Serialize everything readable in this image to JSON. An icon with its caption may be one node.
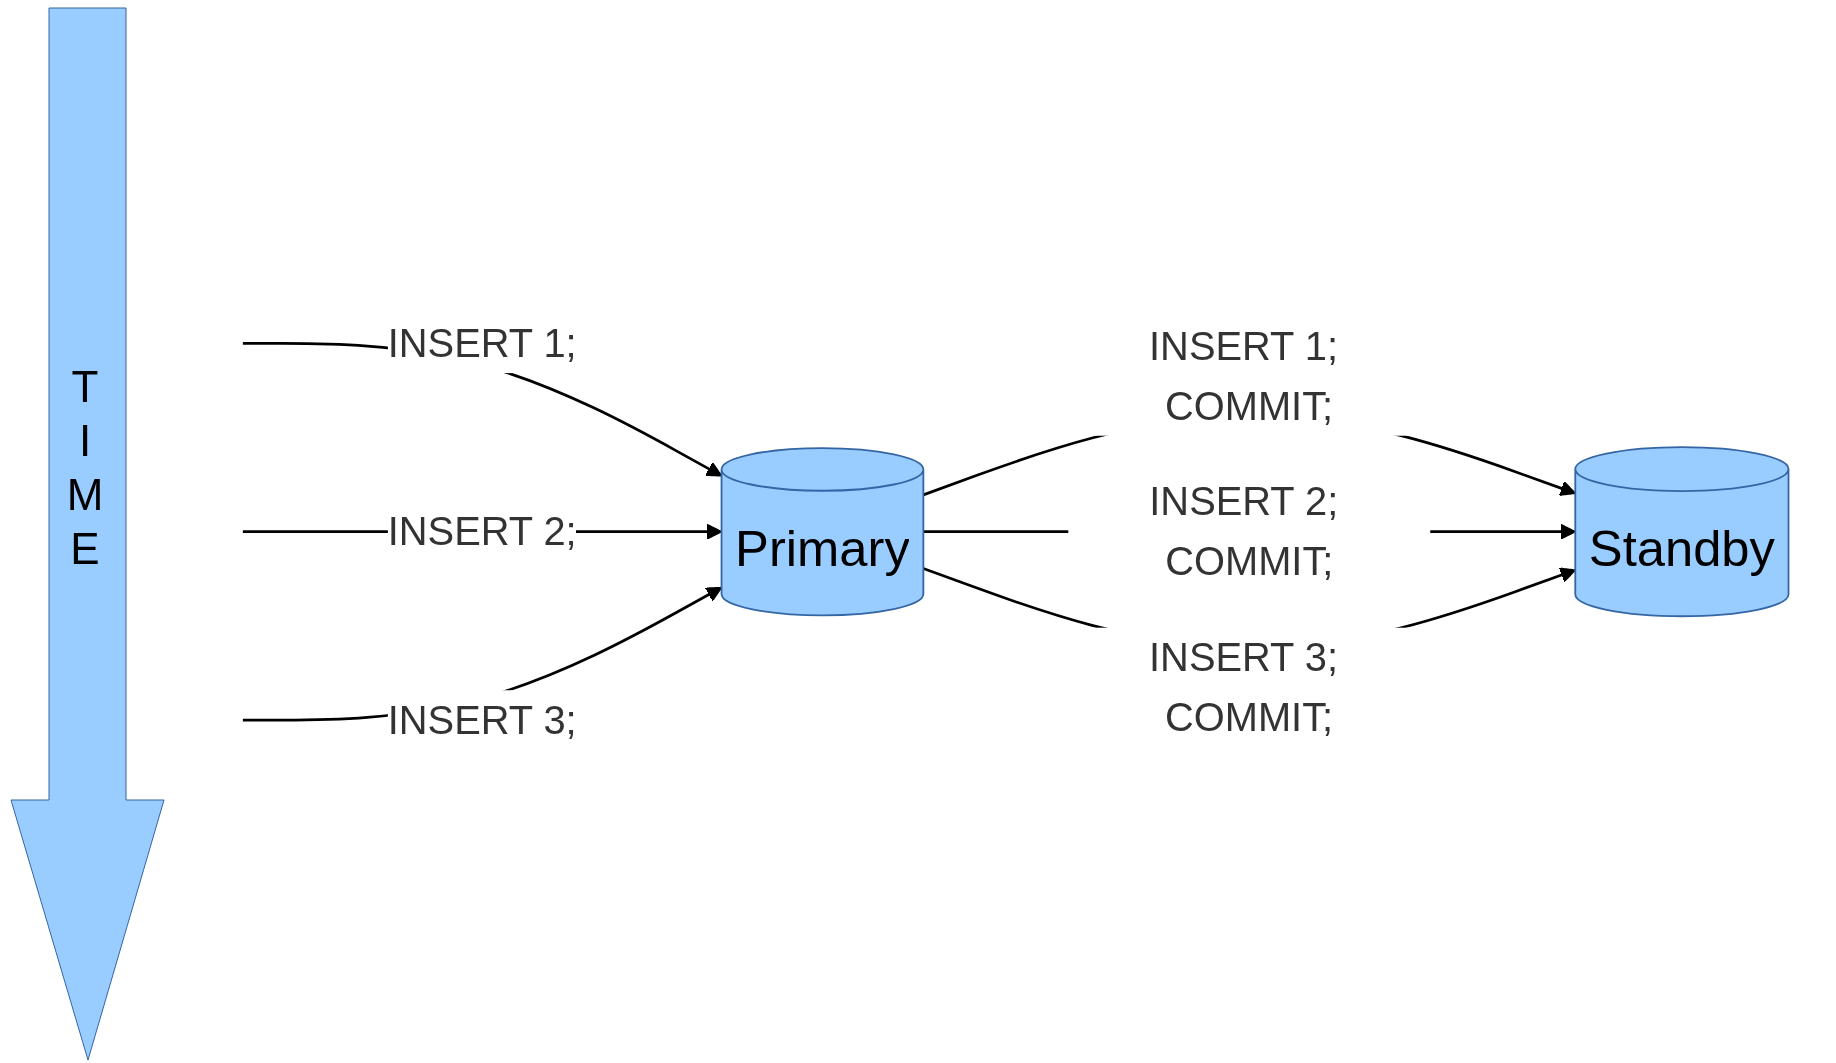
{
  "diagram": {
    "nodes": [
      {
        "text": [
          "Primary"
        ]
      },
      {
        "text": [
          "Standby"
        ]
      }
    ],
    "edges": [
      {
        "from": null,
        "to": 0,
        "arrow": "to",
        "label": "INSERT 1;"
      },
      {
        "from": null,
        "to": 0,
        "arrow": "to",
        "label": "INSERT 2;"
      },
      {
        "from": null,
        "to": 0,
        "arrow": "to",
        "label": "INSERT 3;"
      },
      {
        "from": 0,
        "to": 1,
        "arrow": "to",
        "label": "INSERT 1; COMMIT;"
      },
      {
        "from": 0,
        "to": 1,
        "arrow": "to",
        "label": "INSERT 2; COMMIT;"
      },
      {
        "from": 0,
        "to": 1,
        "arrow": "to",
        "label": "INSERT 3; COMMIT;"
      }
    ],
    "labels": [
      "T I M E"
    ]
  }
}
